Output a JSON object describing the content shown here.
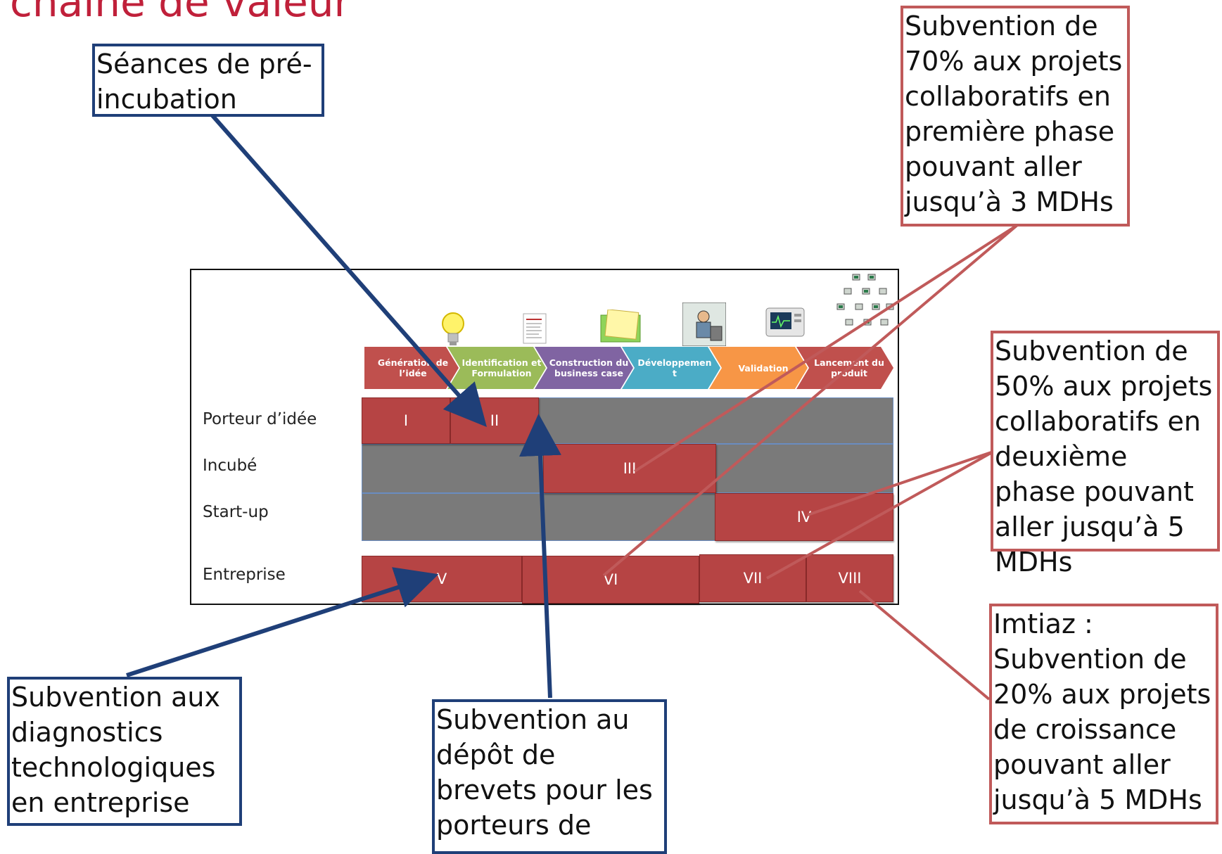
{
  "title": "chaîne de valeur",
  "callouts": {
    "pre_incubation": "Séances de pré-incubation",
    "collab_phase1": "Subvention de 70% aux projets collaboratifs en première phase pouvant aller jusqu’à 3 MDHs",
    "collab_phase2": "Subvention de 50% aux projets collaboratifs en deuxième phase pouvant aller jusqu’à 5 MDHs",
    "imtiaz": "Imtiaz : Subvention de 20% aux projets de croissance pouvant aller jusqu’à 5 MDHs",
    "diagnostics": "Subvention aux diagnostics technologiques en entreprise",
    "brevets": "Subvention au dépôt de brevets pour les porteurs de"
  },
  "phases": [
    {
      "label": "Génération de l’idée",
      "color": "#c0504d"
    },
    {
      "label": "Identification et Formulation",
      "color": "#9bbb59"
    },
    {
      "label": "Construction du business case",
      "color": "#8064a2"
    },
    {
      "label": "Développement",
      "color": "#4bacc6"
    },
    {
      "label": "Validation",
      "color": "#f79646"
    },
    {
      "label": "Lancement du produit",
      "color": "#c0504d"
    }
  ],
  "rows": {
    "porteur": "Porteur d’idée",
    "incube": "Incubé",
    "startup": "Start-up",
    "entreprise": "Entreprise"
  },
  "cells": {
    "I": "I",
    "II": "II",
    "III": "III",
    "IV": "IV",
    "V": "V",
    "VI": "VI",
    "VII": "VII",
    "VIII": "VIII"
  },
  "colors": {
    "title": "#c0203a",
    "cell": "#b64444",
    "gray": "#7a7a7a",
    "blue_border": "#1f3f78",
    "red_border": "#c05a5a"
  },
  "icons": [
    "lightbulb-icon",
    "document-icon",
    "folder-icon",
    "worker-icon",
    "monitor-icon",
    "computer-network-icon"
  ]
}
